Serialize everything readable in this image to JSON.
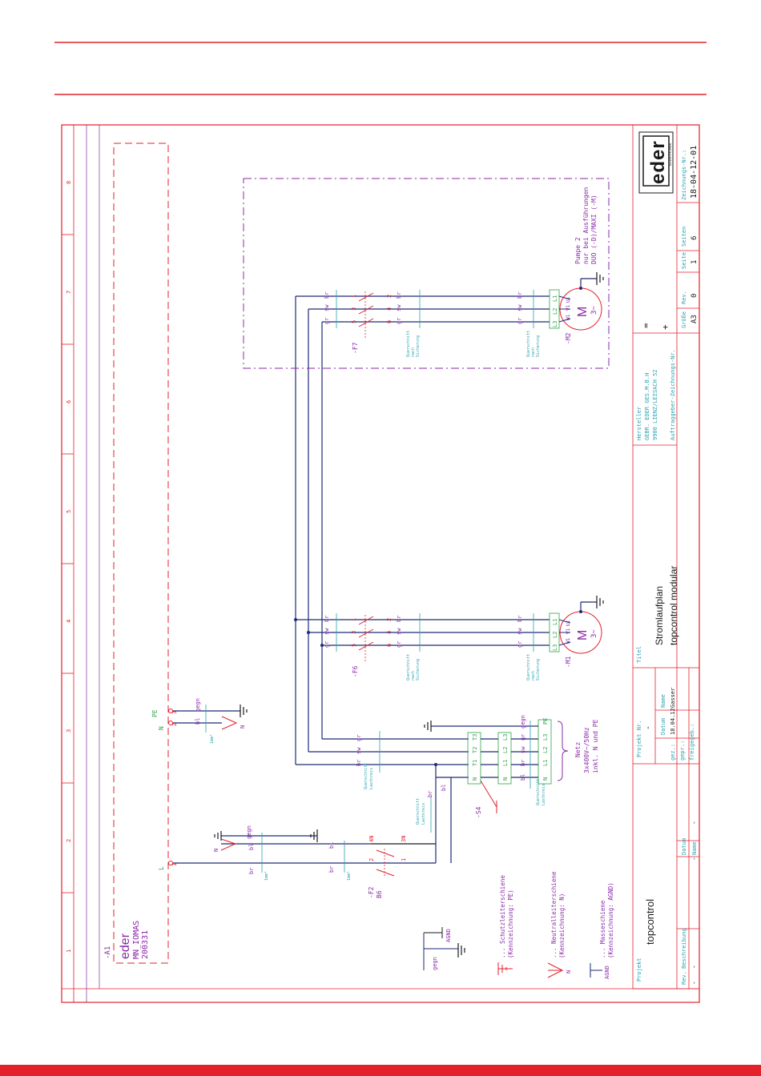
{
  "colors": {
    "frame": "#e4202b",
    "wire": "#1e2a78",
    "label": "#8a2aa7",
    "aux": "#2aa3b2",
    "note": "#33a24a"
  },
  "columns": [
    "1",
    "2",
    "3",
    "4",
    "5",
    "6",
    "7",
    "8"
  ],
  "a1": {
    "tag": "-A1",
    "brand": "eder",
    "model": "MN_IOMAS",
    "code": "200331"
  },
  "legend": {
    "agnd_top": "AGND",
    "gegn": "gegn",
    "pe_title": "... Schutzleiterschiene",
    "pe_sub": "(Kennzeichnung: PE)",
    "n_title": "... Neutralleiterschiene",
    "n_sub": "(Kennzeichnung: N)",
    "n_mark": "N",
    "agnd_title": "... Masseschiene",
    "agnd_sub": "(Kennzeichnung: AGND)",
    "agnd_mark": "AGND"
  },
  "f2": {
    "tag": "-F2",
    "rating": "B6",
    "pins": [
      "1",
      "2",
      "3N",
      "4N"
    ],
    "cross": "1mm²",
    "conn_l": "L",
    "conn_1": "1",
    "wires": [
      "br",
      "bl",
      "gegn"
    ],
    "n": "N"
  },
  "terminals_n": {
    "n": "N",
    "pe": "PE",
    "pin2": "2",
    "pin3": "3",
    "bl": "bl",
    "gegn": "gegn",
    "cross": "1mm²",
    "n2": "N"
  },
  "s4": {
    "tag": "-S4",
    "wire": "bl",
    "cross": "Querschnitt",
    "cross2": "Lastkreis",
    "wire2": "br"
  },
  "main": {
    "labels_top": [
      "N",
      "T1",
      "T2",
      "T3"
    ],
    "labels_mid": [
      "N",
      "L1",
      "L2",
      "L3"
    ],
    "wires_top": [
      "br",
      "sw",
      "gr"
    ],
    "wires_bot": [
      "bl",
      "br",
      "sw",
      "gr",
      "gegn"
    ],
    "terms": [
      "N",
      "L1",
      "L2",
      "L3",
      "PE"
    ],
    "cross": "Querschnitt",
    "cross2": "Lastkreis",
    "netz": "Netz",
    "netz2": "3x400V~/50Hz",
    "netz3": "inkl. N und PE"
  },
  "f6": {
    "tag": "-F6",
    "pins": [
      "1",
      "2",
      "3",
      "4",
      "5",
      "6"
    ],
    "wires": [
      "br",
      "sw",
      "gr"
    ],
    "cross": "Querschnitt",
    "cross2": "nach",
    "cross3": "Sicherung"
  },
  "m1": {
    "tag": "-M1",
    "terms": [
      "L1",
      "L2",
      "L3"
    ],
    "pins": [
      "U1",
      "V1",
      "W1"
    ],
    "m": "M",
    "ph": "3~"
  },
  "f7": {
    "tag": "-F7",
    "pins": [
      "1",
      "2",
      "3",
      "4",
      "5",
      "6"
    ],
    "wires": [
      "br",
      "sw",
      "gr"
    ],
    "cross": "Querschnitt",
    "cross2": "nach",
    "cross3": "Sicherung"
  },
  "m2": {
    "tag": "-M2",
    "terms": [
      "L1",
      "L2",
      "L3"
    ],
    "pins": [
      "U1",
      "V1",
      "W1"
    ],
    "m": "M",
    "ph": "3~"
  },
  "pump": {
    "l1": "Pumpe 2",
    "l2": "nur bei Ausführungen",
    "l3": "DUO (-D)/MAXI (-M)"
  },
  "title_block": {
    "projekt_label": "Projekt",
    "projekt": "topcontrol",
    "rev_label": "Rev.",
    "beschreibung": "Beschreibung",
    "datum": "Datum",
    "name": "Name",
    "dash": "-",
    "projekt_nr_label": "Projekt Nr.",
    "projekt_nr": "-",
    "gez": "gez.:",
    "gepr": "gepr.:",
    "freigegeb": "freigegeb.:",
    "datum_label": "Datum",
    "name_label": "Name",
    "date_val": "18.04.12",
    "name_val": "Gasser",
    "titel_label": "Titel",
    "titel1": "Stromlaufplan",
    "titel2": "topcontrol  modular",
    "hersteller_label": "Hersteller",
    "hersteller1": "GEBR. EDER GES.M.B.H",
    "hersteller2": "9900 LIENZ/LEISACH 52",
    "auftraggeber": "Auftraggeber-Zeichnungs-Nr.",
    "eq": "=",
    "plus": "+",
    "groesse_label": "Größe",
    "groesse": "A3",
    "rev2_label": "Rev.",
    "rev": "0",
    "seite_label": "Seite",
    "seite": "1",
    "seiten_label": "Seiten",
    "seiten": "6",
    "znr_label": "Zeichnungs-Nr.:",
    "znr": "18-04-12-01",
    "logo": "eder",
    "logo_sub": "ELEKTRONIK"
  }
}
